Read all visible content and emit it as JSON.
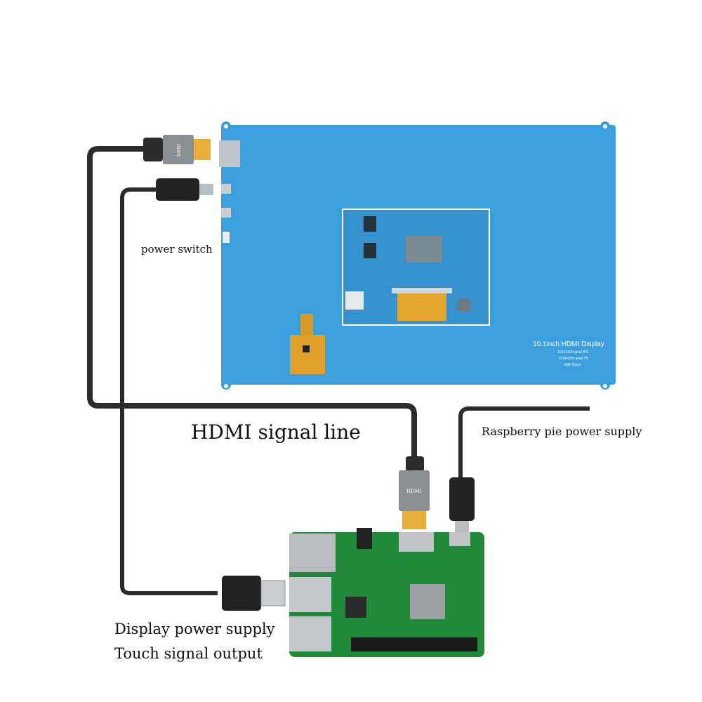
{
  "labels": {
    "power_switch": "power switch",
    "hdmi_signal_line": "HDMI signal line",
    "pi_power_supply": "Raspberry pie power supply",
    "display_power_supply": "Display power supply",
    "touch_signal_output": "Touch signal output"
  },
  "display": {
    "title": "10.1inch HDMI Display",
    "option_ips": "1024X600 pixel IPS",
    "option_tn": "1024X600 pixel TN",
    "usb_touch": "USB Touch"
  },
  "connectors": {
    "hdmi_text": "HDMI"
  },
  "colors": {
    "panel": "#3a9fdc",
    "cable": "#2b2b2b",
    "pcb": "#1f8a3a",
    "gold": "#e8a92a"
  }
}
